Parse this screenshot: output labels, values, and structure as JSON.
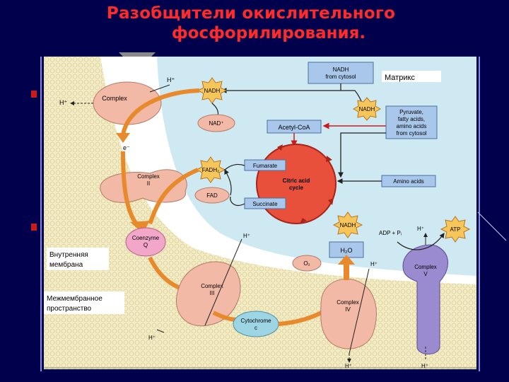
{
  "slide": {
    "title_line1": "Разобщители окислительного",
    "title_line2": "фосфорилирования."
  },
  "diagram": {
    "labels": {
      "matrix": "Матрикс",
      "inner_membrane_1": "Внутренняя",
      "inner_membrane_2": "мембрана",
      "intermembrane_1": "Межмембранное",
      "intermembrane_2": "пространство",
      "nadh_cytosol_1": "NADH",
      "nadh_cytosol_2": "from cytosol",
      "pyruvate_1": "Pyruvate,",
      "pyruvate_2": "fatty acids,",
      "pyruvate_3": "amino acids",
      "pyruvate_4": "from cytosol",
      "acetyl_coa": "Acetyl-CoA",
      "fumarate": "Fumarate",
      "succinate": "Succinate",
      "amino_acids": "Amino acids",
      "citric_1": "Citric acid",
      "citric_2": "cycle",
      "nadh": "NADH",
      "nad_plus": "NAD⁺",
      "fadh2": "FADH₂",
      "fad": "FAD",
      "complex_i": "Complex",
      "complex_ii_1": "Complex",
      "complex_ii_2": "II",
      "coenzyme_1": "Coenzyme",
      "coenzyme_2": "Q",
      "complex_iii_1": "Complex",
      "complex_iii_2": "III",
      "cytochrome_1": "Cytochrome",
      "cytochrome_2": "c",
      "complex_iv_1": "Complex",
      "complex_iv_2": "IV",
      "complex_v_1": "Complex",
      "complex_v_2": "V",
      "h2o": "H₂O",
      "o2": "O₂",
      "atp": "ATP",
      "adp": "ADP + Pᵢ",
      "h_plus": "H⁺",
      "e_minus": "e⁻"
    },
    "colors": {
      "matrix": "#cfe9f2",
      "membrane": "#f4ecc4",
      "complex": "#f2b9a6",
      "arrow": "#e88a2c",
      "citric": "#e8503c",
      "coenzyme": "#f2a6c8",
      "cytochrome": "#9ed5e4",
      "complex_v": "#9a8bd0",
      "star": "#f7c65a",
      "box": "#a9c7ea"
    }
  }
}
